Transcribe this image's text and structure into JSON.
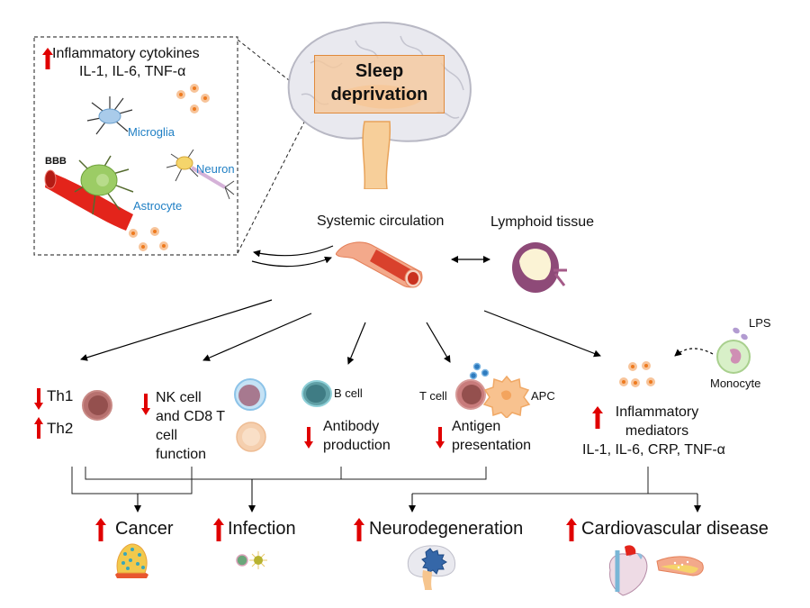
{
  "title": "Sleep deprivation",
  "inset": {
    "heading": "Inflammatory cytokines",
    "cytokines": "IL-1, IL-6, TNF-α",
    "trend": "up",
    "labels": {
      "microglia": "Microglia",
      "neuron": "Neuron",
      "astrocyte": "Astrocyte",
      "bbb": "BBB"
    }
  },
  "circulation": {
    "systemic": "Systemic circulation",
    "lymphoid": "Lymphoid tissue"
  },
  "effects": {
    "th": {
      "th1": "Th1",
      "th1_trend": "down",
      "th2": "Th2",
      "th2_trend": "up"
    },
    "nk": {
      "text": "NK cell and CD8 T cell function",
      "lines": [
        "NK cell",
        "and CD8 T",
        "cell",
        "function"
      ],
      "trend": "down"
    },
    "bcell": {
      "cell_label": "B cell",
      "lines": [
        "Antibody",
        "production"
      ],
      "trend": "down"
    },
    "antigen": {
      "tcell_label": "T cell",
      "apc_label": "APC",
      "lines": [
        "Antigen",
        "presentation"
      ],
      "trend": "down"
    },
    "inflammatory": {
      "lines": [
        "Inflammatory",
        "mediators"
      ],
      "markers": "IL-1, IL-6, CRP, TNF-α",
      "trend": "up",
      "lps": "LPS",
      "monocyte": "Monocyte"
    }
  },
  "outcomes": [
    {
      "label": "Cancer",
      "trend": "up",
      "icon": "tumor-icon"
    },
    {
      "label": "Infection",
      "trend": "up",
      "icon": "pathogen-icon"
    },
    {
      "label": "Neurodegeneration",
      "trend": "up",
      "icon": "brain-icon"
    },
    {
      "label": "Cardiovascular disease",
      "trend": "up",
      "icon": "heart-icon"
    }
  ],
  "colors": {
    "arrow_red": "#e00000",
    "cytokine_orange": "#ee7a1e",
    "label_blue": "#1f7fc4",
    "sleep_box_fill": "#f6c89a",
    "sleep_box_border": "#e08a3c"
  }
}
